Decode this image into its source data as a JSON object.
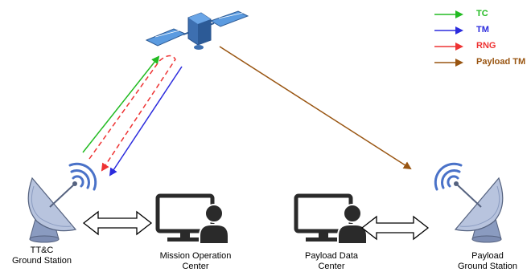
{
  "legend": {
    "items": [
      {
        "label": "TC",
        "color": "#22bb22"
      },
      {
        "label": "TM",
        "color": "#2b2bdd"
      },
      {
        "label": "RNG",
        "color": "#ee3333"
      },
      {
        "label": "Payload TM",
        "color": "#995511"
      }
    ]
  },
  "nodes": {
    "ttc_station": {
      "line1": "TT&C",
      "line2": "Ground Station"
    },
    "mission_center": {
      "line1": "Mission Operation",
      "line2": "Center"
    },
    "payload_center": {
      "line1": "Payload Data",
      "line2": "Center"
    },
    "payload_station": {
      "line1": "Payload",
      "line2": "Ground Station"
    }
  },
  "colors": {
    "device_fill": "#8a9bc0",
    "device_light": "#b8c4de",
    "device_stroke": "#55627f",
    "computer": "#2a2a2a",
    "wave": "#4a72c8",
    "satellite_body": "#3d6fb0",
    "satellite_panel": "#5b9be0"
  }
}
